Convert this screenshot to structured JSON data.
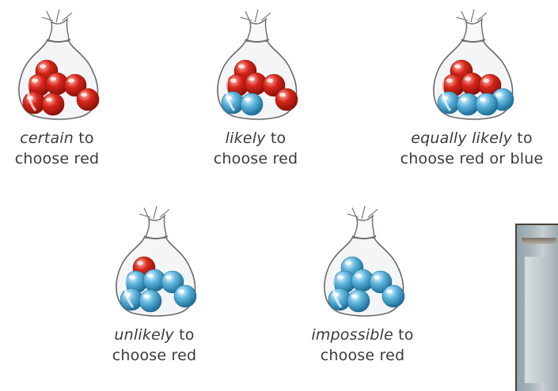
{
  "colors": {
    "red_marble": "#d8261c",
    "red_marble_dark": "#8e1208",
    "blue_marble": "#5eb4dc",
    "blue_marble_dark": "#1f6f98",
    "bag_outline": "#6a6a6a",
    "caption_text": "#3a3a3a"
  },
  "bags": [
    {
      "italic": "certain",
      "tail": " to",
      "line2": "choose red",
      "red": 7,
      "blue": 0
    },
    {
      "italic": "likely",
      "tail": " to",
      "line2": "choose red",
      "red": 5,
      "blue": 2
    },
    {
      "italic": "equally likely",
      "tail": " to",
      "line2": "choose red or blue",
      "red": 4,
      "blue": 4
    },
    {
      "italic": "unlikely",
      "tail": " to",
      "line2": "choose red",
      "red": 1,
      "blue": 6
    },
    {
      "italic": "impossible",
      "tail": " to",
      "line2": "choose red",
      "red": 0,
      "blue": 7
    }
  ]
}
